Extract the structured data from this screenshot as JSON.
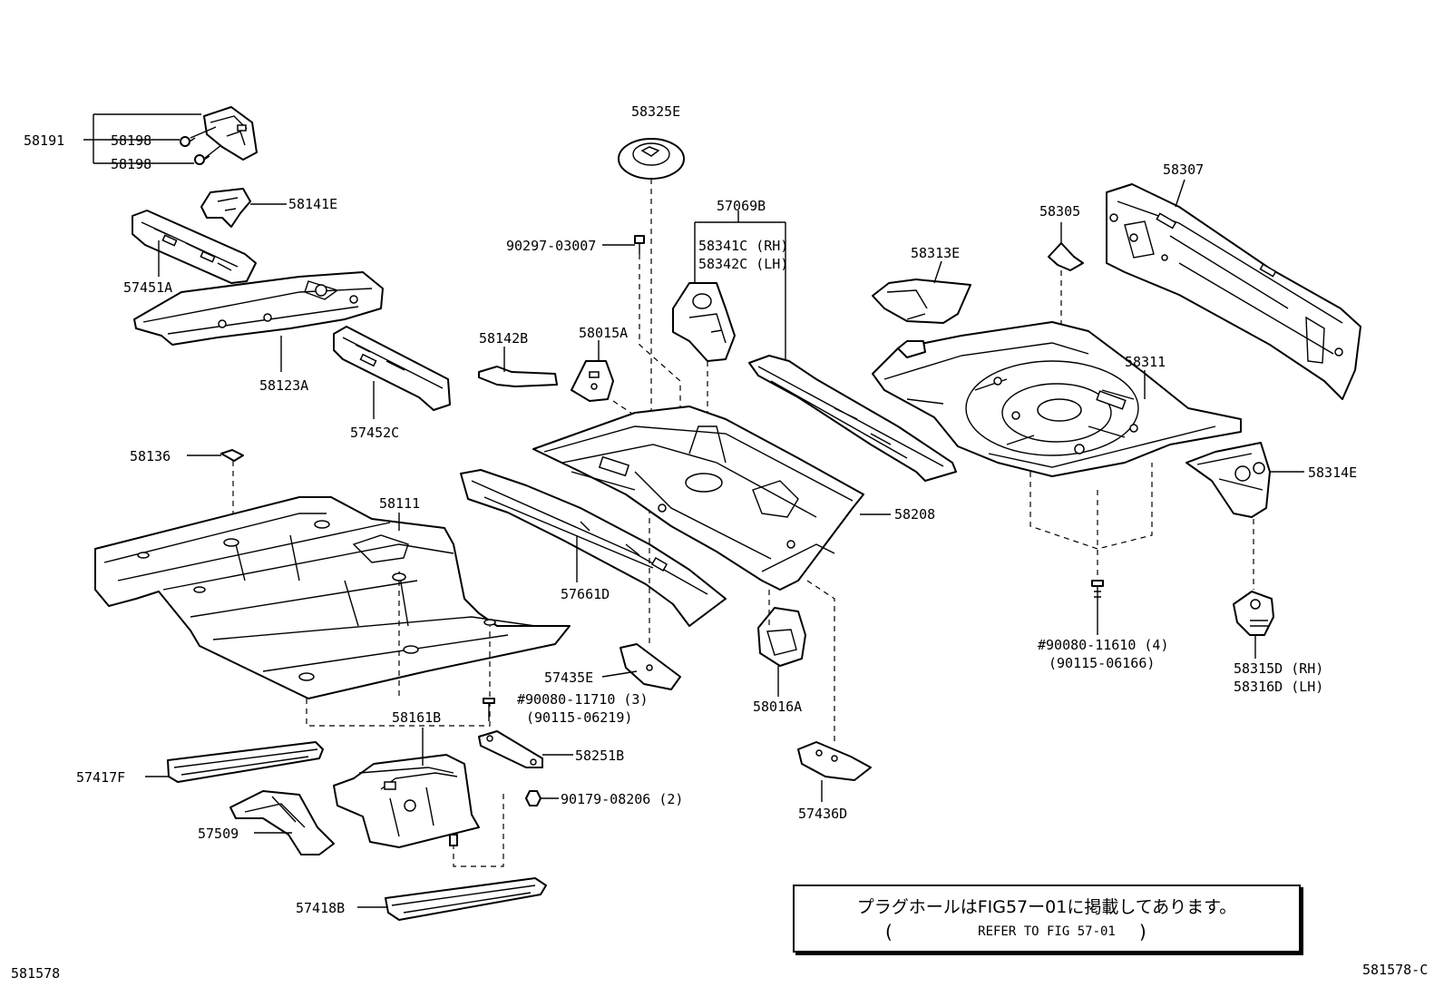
{
  "labels": {
    "p58191": "58191",
    "p58198a": "58198",
    "p58198b": "58198",
    "p58141E": "58141E",
    "p57451A": "57451A",
    "p58123A": "58123A",
    "p57452C": "57452C",
    "p58136": "58136",
    "p58111": "58111",
    "p57417F": "57417F",
    "p57509": "57509",
    "p57418B": "57418B",
    "p58161B": "58161B",
    "p90080_11710": "#90080-11710 (3)",
    "p90115_06219": "(90115-06219)",
    "p58251B": "58251B",
    "p90179_08206": "90179-08206 (2)",
    "p58142B": "58142B",
    "p58015A": "58015A",
    "p57661D": "57661D",
    "p57435E": "57435E",
    "p58325E": "58325E",
    "p90297_03007": "90297-03007",
    "p57069B": "57069B",
    "p58341C": "58341C (RH)",
    "p58342C": "58342C (LH)",
    "p58208": "58208",
    "p58016A": "58016A",
    "p57436D": "57436D",
    "p58313E": "58313E",
    "p58305": "58305",
    "p58307": "58307",
    "p58311": "58311",
    "p58314E": "58314E",
    "p90080_11610": "#90080-11610 (4)",
    "p90115_06166": "(90115-06166)",
    "p58315D": "58315D (RH)",
    "p58316D": "58316D (LH)"
  },
  "note": {
    "jp": "プラグホールはFIG57ー01に掲載してあります。",
    "en": "REFER TO FIG 57-01",
    "open_paren": "(",
    "close_paren": ")"
  },
  "footer": {
    "left_code": "581578",
    "right_code": "581578-C"
  }
}
